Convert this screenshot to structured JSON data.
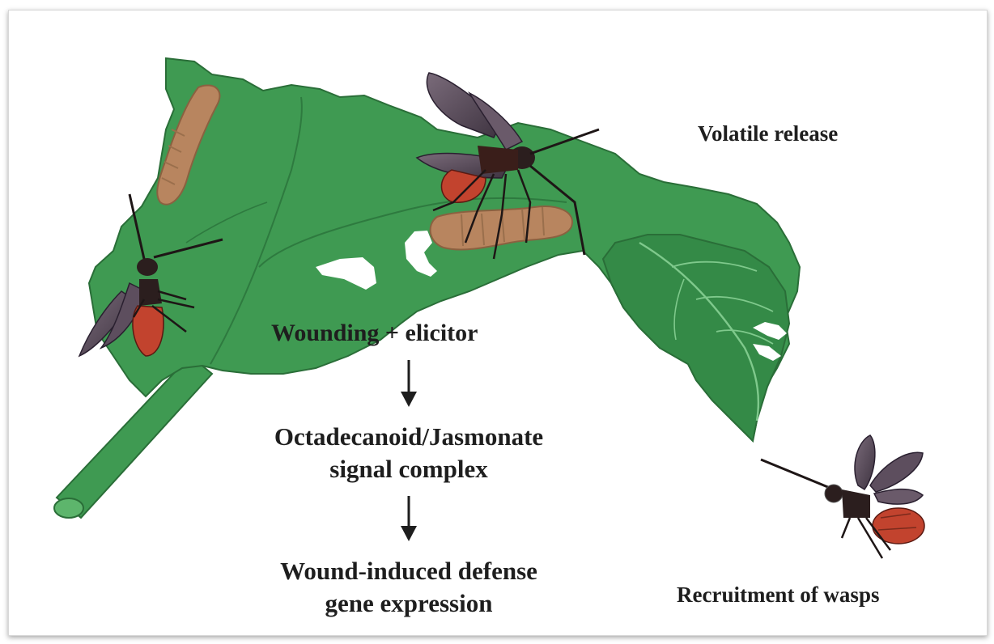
{
  "labels": {
    "volatile_release": "Volatile release",
    "wounding_elicitor": "Wounding + elicitor",
    "signal_line1": "Octadecanoid/Jasmonate",
    "signal_line2": "signal complex",
    "defense_line1": "Wound-induced defense",
    "defense_line2": "gene expression",
    "recruitment": "Recruitment of wasps"
  },
  "colors": {
    "leaf": "#3f9a52",
    "leaf_dark": "#2f7c40",
    "caterpillar": "#b8855f",
    "wasp_abdomen": "#c2432e",
    "wasp_body": "#2b1e1e",
    "wasp_wing": "#5d4e5e",
    "text": "#1e1e1e"
  },
  "icons": [
    "leaf",
    "caterpillar",
    "wasp",
    "down-arrow"
  ]
}
